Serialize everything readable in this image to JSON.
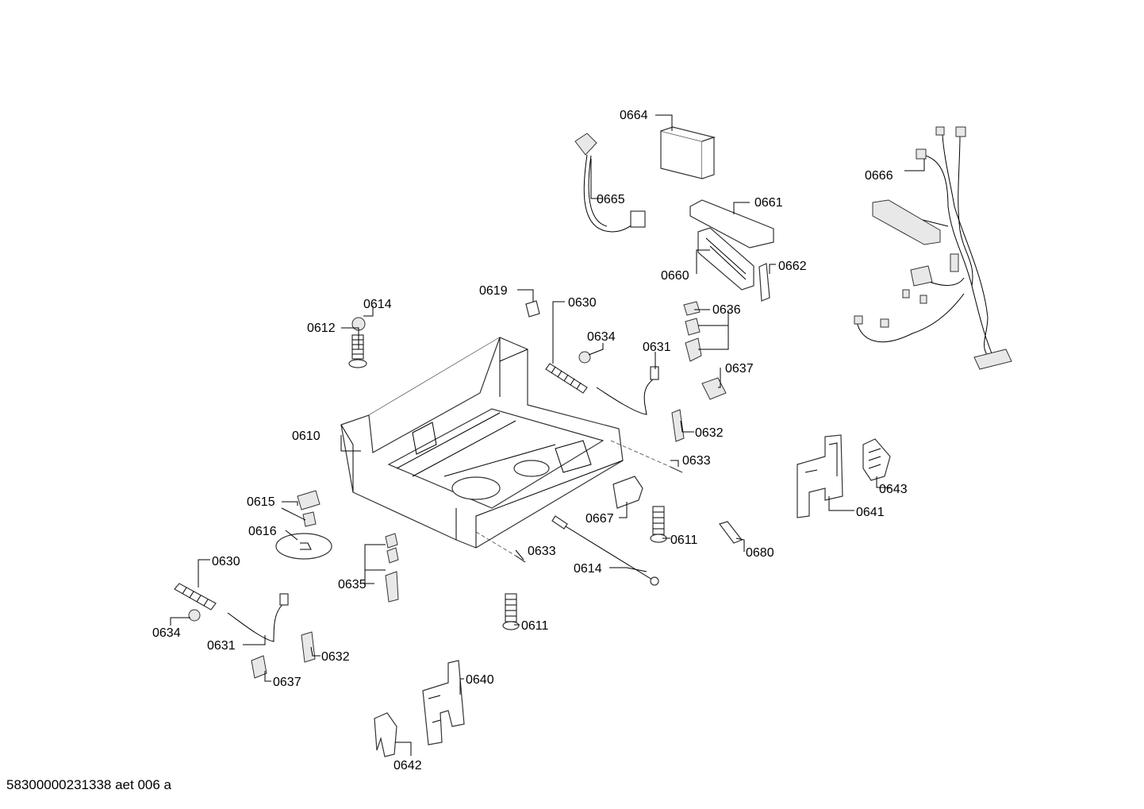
{
  "document_id": "58300000231338 aet 006 a",
  "callouts": {
    "c0664": "0664",
    "c0665": "0665",
    "c0666": "0666",
    "c0661": "0661",
    "c0660": "0660",
    "c0662": "0662",
    "c0619": "0619",
    "c0630a": "0630",
    "c0614a": "0614",
    "c0612": "0612",
    "c0634a": "0634",
    "c0631a": "0631",
    "c0636": "0636",
    "c0637a": "0637",
    "c0610": "0610",
    "c0632a": "0632",
    "c0633a": "0633",
    "c0643": "0643",
    "c0641": "0641",
    "c0615": "0615",
    "c0667": "0667",
    "c0611a": "0611",
    "c0680": "0680",
    "c0616": "0616",
    "c0633b": "0633",
    "c0630b": "0630",
    "c0635": "0635",
    "c0614b": "0614",
    "c0634b": "0634",
    "c0611b": "0611",
    "c0631b": "0631",
    "c0632b": "0632",
    "c0637b": "0637",
    "c0640": "0640",
    "c0642": "0642"
  }
}
